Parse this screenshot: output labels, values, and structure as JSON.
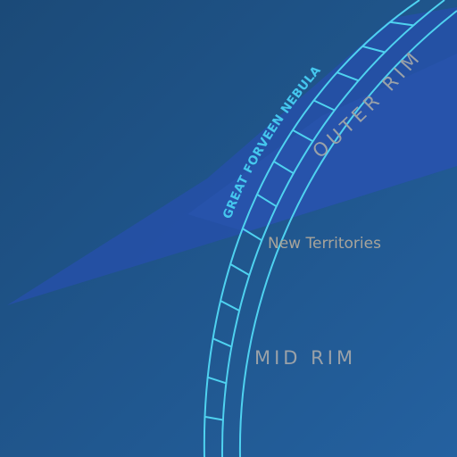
{
  "map": {
    "labels": {
      "nebula": "GREAT FORVEEN NEBULA",
      "outer_rim": "OUTER RIM",
      "new_territories": "New Territories",
      "mid_rim": "MID RIM"
    },
    "colors": {
      "background_dark": "#1b4a78",
      "background_light": "#2463a0",
      "nebula_fill": "#2650a8",
      "ring_stroke": "#4fd2f0",
      "nebula_text": "#45c7ee",
      "region_text": "#9aa1a8",
      "territories_text": "#a8a49a"
    },
    "icons": {
      "hyperspace_lane": "double-ring-track"
    }
  }
}
